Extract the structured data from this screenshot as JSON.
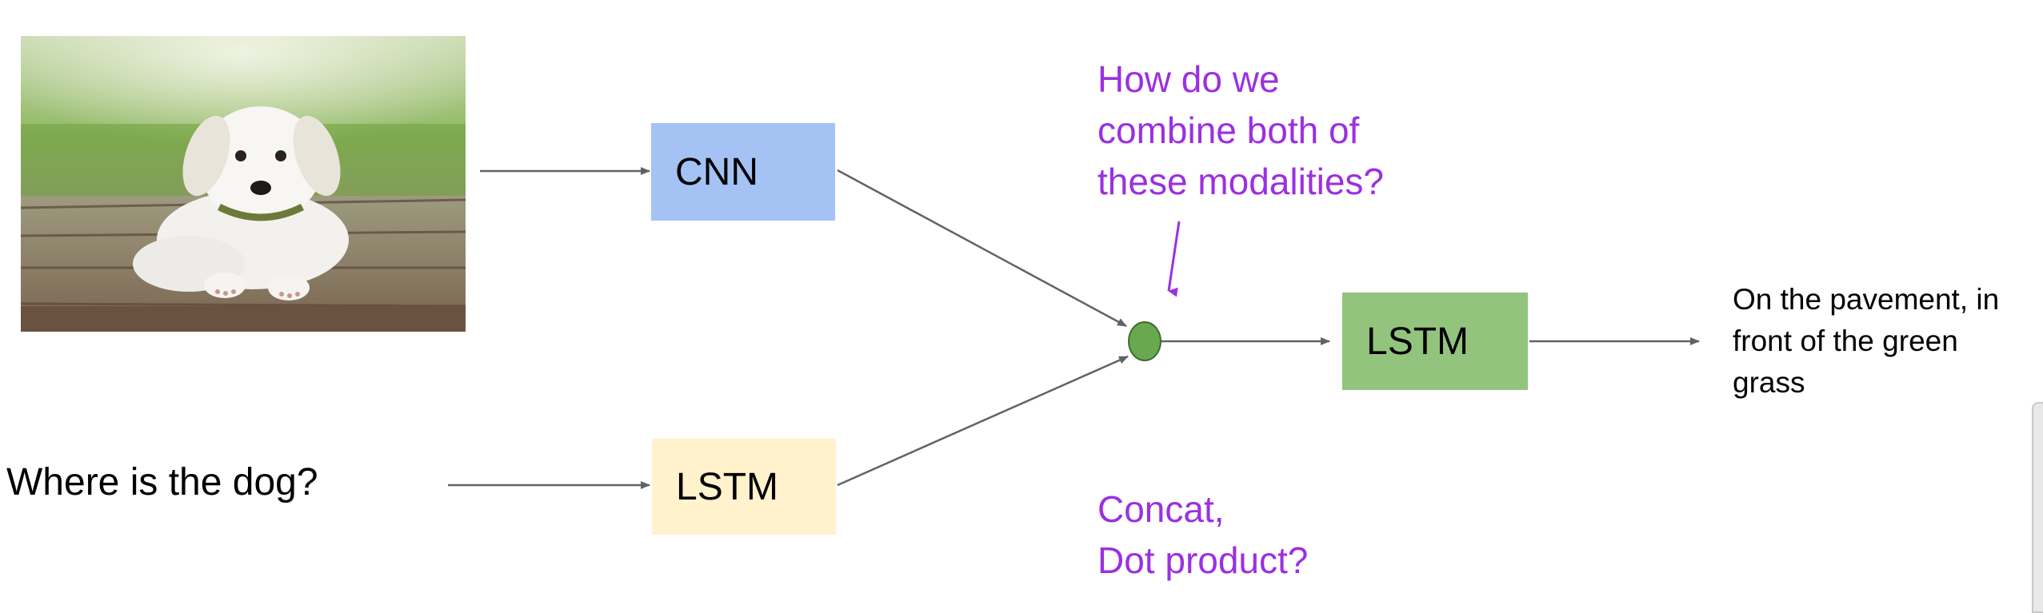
{
  "question": {
    "text": "Where is the dog?"
  },
  "nodes": {
    "cnn": {
      "label": "CNN",
      "color": "#a4c2f4"
    },
    "question_lstm": {
      "label": "LSTM",
      "color": "#fff2cc"
    },
    "output_lstm": {
      "label": "LSTM",
      "color": "#93c47d"
    },
    "combine_node": {
      "color": "#6aa84f"
    }
  },
  "annotations": {
    "question": {
      "lines": [
        "How do we",
        "combine both of",
        "these modalities?"
      ],
      "color": "#9b30e0"
    },
    "options": {
      "lines": [
        "Concat,",
        "Dot product?"
      ],
      "color": "#9b30e0"
    }
  },
  "answer": {
    "lines": [
      "On the pavement, in",
      "front of the green",
      "grass"
    ]
  },
  "colors": {
    "arrow": "#5f6368",
    "purple": "#9b30e0"
  }
}
